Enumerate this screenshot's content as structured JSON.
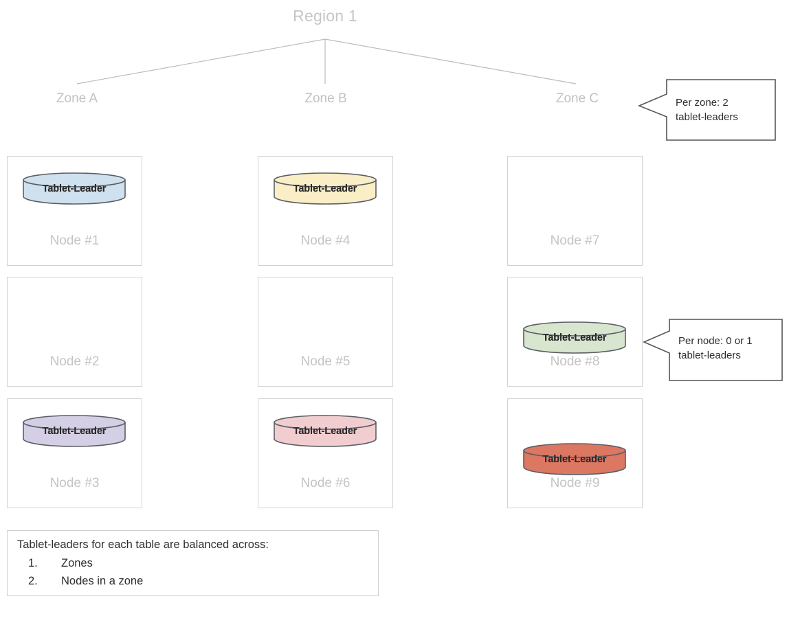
{
  "diagram": {
    "title": "Region 1",
    "zones": [
      {
        "label": "Zone A"
      },
      {
        "label": "Zone B"
      },
      {
        "label": "Zone C"
      }
    ],
    "tablet_leader_label": "Tablet-Leader",
    "nodes": [
      {
        "label": "Node #1",
        "zone": "Zone A",
        "has_leader": true,
        "color": "#cfe0ee",
        "top_color": "#bccfe0",
        "stroke": "#5a5f66"
      },
      {
        "label": "Node #2",
        "zone": "Zone A",
        "has_leader": false,
        "color": "",
        "top_color": "",
        "stroke": ""
      },
      {
        "label": "Node #3",
        "zone": "Zone A",
        "has_leader": true,
        "color": "#d4cfe4",
        "top_color": "#c3bcd8",
        "stroke": "#5a5f66"
      },
      {
        "label": "Node #4",
        "zone": "Zone B",
        "has_leader": true,
        "color": "#faeec6",
        "top_color": "#f2e3b0",
        "stroke": "#5a5f66"
      },
      {
        "label": "Node #5",
        "zone": "Zone B",
        "has_leader": false,
        "color": "",
        "top_color": "",
        "stroke": ""
      },
      {
        "label": "Node #6",
        "zone": "Zone B",
        "has_leader": true,
        "color": "#f2cdd0",
        "top_color": "#e8bcc0",
        "stroke": "#5a5f66"
      },
      {
        "label": "Node #7",
        "zone": "Zone C",
        "has_leader": false,
        "color": "",
        "top_color": "",
        "stroke": ""
      },
      {
        "label": "Node #8",
        "zone": "Zone C",
        "has_leader": true,
        "color": "#d9e6cf",
        "top_color": "#cbdbbe",
        "stroke": "#5a5f66"
      },
      {
        "label": "Node #9",
        "zone": "Zone C",
        "has_leader": true,
        "color": "#dc7762",
        "top_color": "#d06a55",
        "stroke": "#5a5f66"
      }
    ],
    "callouts": [
      {
        "name": "per-zone",
        "text": "Per zone: 2\ntablet-leaders"
      },
      {
        "name": "per-node",
        "text": "Per node: 0 or 1\ntablet-leaders"
      }
    ],
    "legend": {
      "title": "Tablet-leaders for each table are balanced across:",
      "items": [
        {
          "num": "1.",
          "text": "Zones"
        },
        {
          "num": "2.",
          "text": "Nodes in a zone"
        }
      ]
    },
    "colors": {
      "box_border": "#d2d2d2",
      "tree_line": "#bbbbbb",
      "label_gray": "#c4c4c4",
      "body_text": "#2d2d2d",
      "callout_border": "#555555"
    }
  }
}
